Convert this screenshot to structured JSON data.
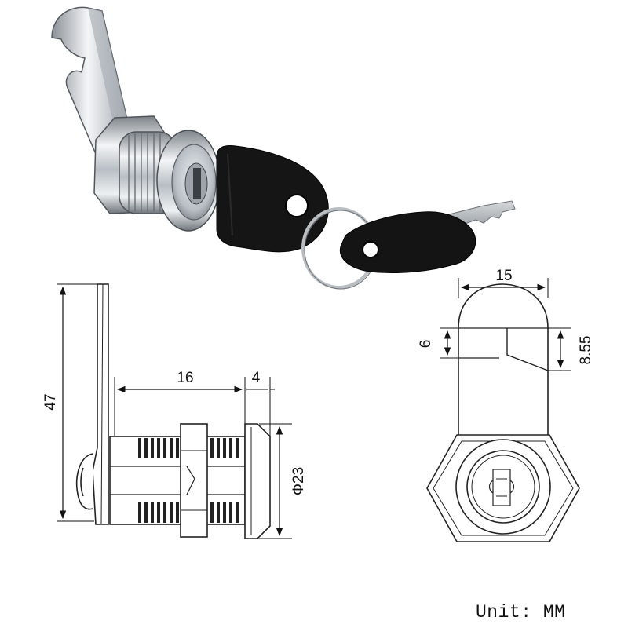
{
  "product": {
    "photo_parts": [
      "cam-lock-body",
      "black-key",
      "split-key-ring",
      "spare-key"
    ],
    "colors": {
      "metal": "#c9ced3",
      "key_plastic": "#151515",
      "line": "#222222"
    }
  },
  "side_view": {
    "height_label": "47",
    "cylinder_length_label": "16",
    "flange_thickness_label": "4",
    "diameter_label": "Φ23"
  },
  "front_view": {
    "width_label": "15",
    "notch_label": "6",
    "cam_height_label": "8.55"
  },
  "unit_text": "Unit: MM"
}
